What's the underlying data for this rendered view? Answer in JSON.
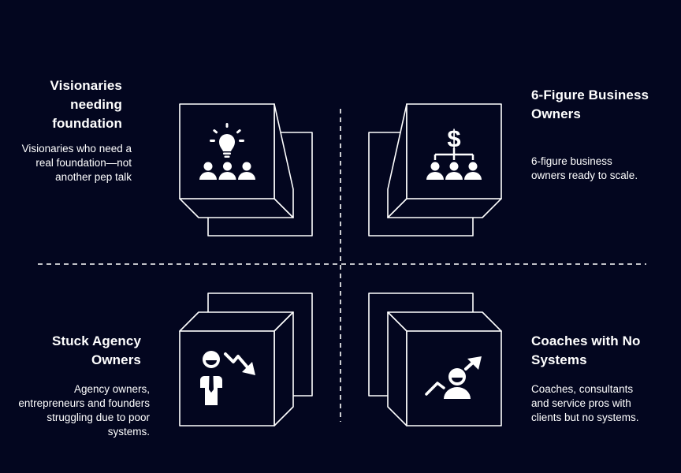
{
  "quadrants": {
    "top_left": {
      "title": "Visionaries needing foundation",
      "description": "Visionaries who need a real foundation—not another pep talk",
      "icon": "lightbulb-team-icon"
    },
    "top_right": {
      "title": "6-Figure Business Owners",
      "description": "6-figure business owners ready to scale.",
      "icon": "dollar-team-icon"
    },
    "bottom_left": {
      "title": "Stuck Agency Owners",
      "description": "Agency owners, entrepreneurs and founders struggling due to poor systems.",
      "icon": "person-downtrend-icon"
    },
    "bottom_right": {
      "title": "Coaches with No Systems",
      "description": "Coaches, consultants and service pros with clients but no systems.",
      "icon": "person-uptrend-icon"
    }
  },
  "colors": {
    "background": "#03061f",
    "foreground": "#ffffff"
  }
}
